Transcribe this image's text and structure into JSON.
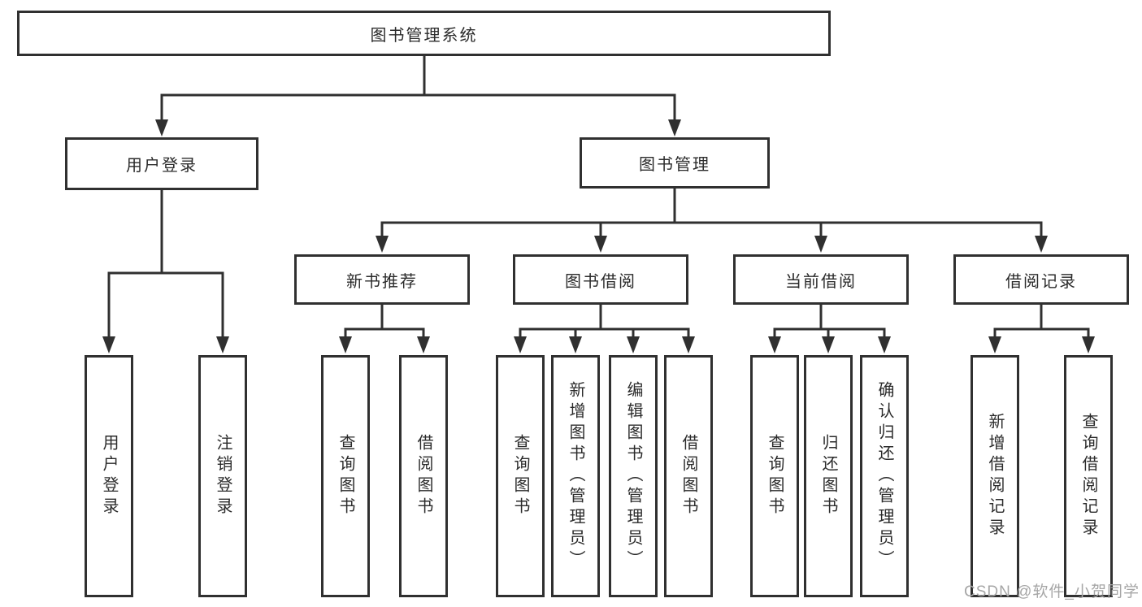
{
  "diagram": {
    "root": {
      "label": "图书管理系统"
    },
    "level2": [
      {
        "label": "用户登录"
      },
      {
        "label": "图书管理"
      }
    ],
    "level3": [
      {
        "label": "新书推荐"
      },
      {
        "label": "图书借阅"
      },
      {
        "label": "当前借阅"
      },
      {
        "label": "借阅记录"
      }
    ],
    "leaves": {
      "user": [
        "用户登录",
        "注销登录"
      ],
      "recommend": [
        "查询图书",
        "借阅图书"
      ],
      "borrow": [
        "查询图书",
        "新增图书（管理员）",
        "编辑图书（管理员）",
        "借阅图书"
      ],
      "current": [
        "查询图书",
        "归还图书",
        "确认归还（管理员）"
      ],
      "record": [
        "新增借阅记录",
        "查询借阅记录"
      ]
    }
  },
  "watermark": "CSDN @软件_小贺同学",
  "colors": {
    "line": "#303030",
    "text": "#2b2b2b",
    "watermark": "#a6a6a6",
    "background": "#ffffff"
  }
}
